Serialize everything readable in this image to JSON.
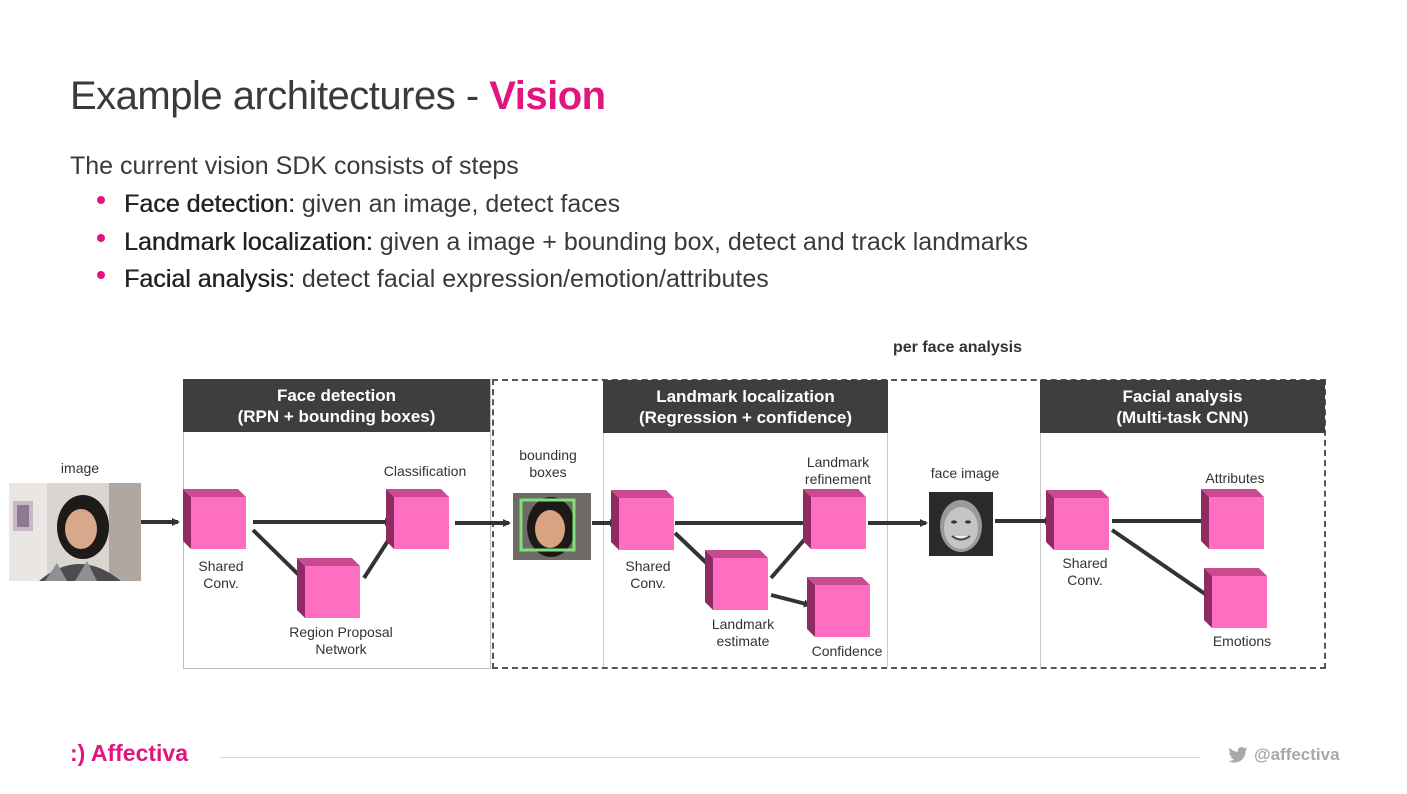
{
  "slide": {
    "title_prefix": "Example architectures - ",
    "title_accent": "Vision",
    "intro": "The current vision SDK consists of steps",
    "bullets": [
      {
        "term": "Face detection:",
        "text": " given an image, detect faces"
      },
      {
        "term": "Landmark localization:",
        "text": " given a image + bounding box, detect and track landmarks"
      },
      {
        "term": "Facial analysis:",
        "text": " detect facial expression/emotion/attributes"
      }
    ]
  },
  "diagram": {
    "per_face_label": "per face analysis",
    "input_label": "image",
    "face_detection": {
      "header_line1": "Face detection",
      "header_line2": "(RPN + bounding boxes)",
      "shared_conv": "Shared\nConv.",
      "rpn": "Region Proposal\nNetwork",
      "classification": "Classification"
    },
    "bounding_boxes_label": "bounding\nboxes",
    "landmark_localization": {
      "header_line1": "Landmark localization",
      "header_line2": "(Regression + confidence)",
      "shared_conv": "Shared\nConv.",
      "landmark_estimate": "Landmark\nestimate",
      "landmark_refinement": "Landmark\nrefinement",
      "confidence": "Confidence"
    },
    "face_image_label": "face image",
    "facial_analysis": {
      "header_line1": "Facial analysis",
      "header_line2": "(Multi-task CNN)",
      "shared_conv": "Shared\nConv.",
      "attributes": "Attributes",
      "emotions": "Emotions"
    }
  },
  "footer": {
    "logo": ":) Affectiva",
    "handle": "@affectiva"
  },
  "colors": {
    "accent": "#e0157f",
    "cube_front": "#ff6fc1",
    "cube_top": "#c94a8f",
    "cube_side": "#8f2a62",
    "header_bg": "#3d3e40"
  }
}
